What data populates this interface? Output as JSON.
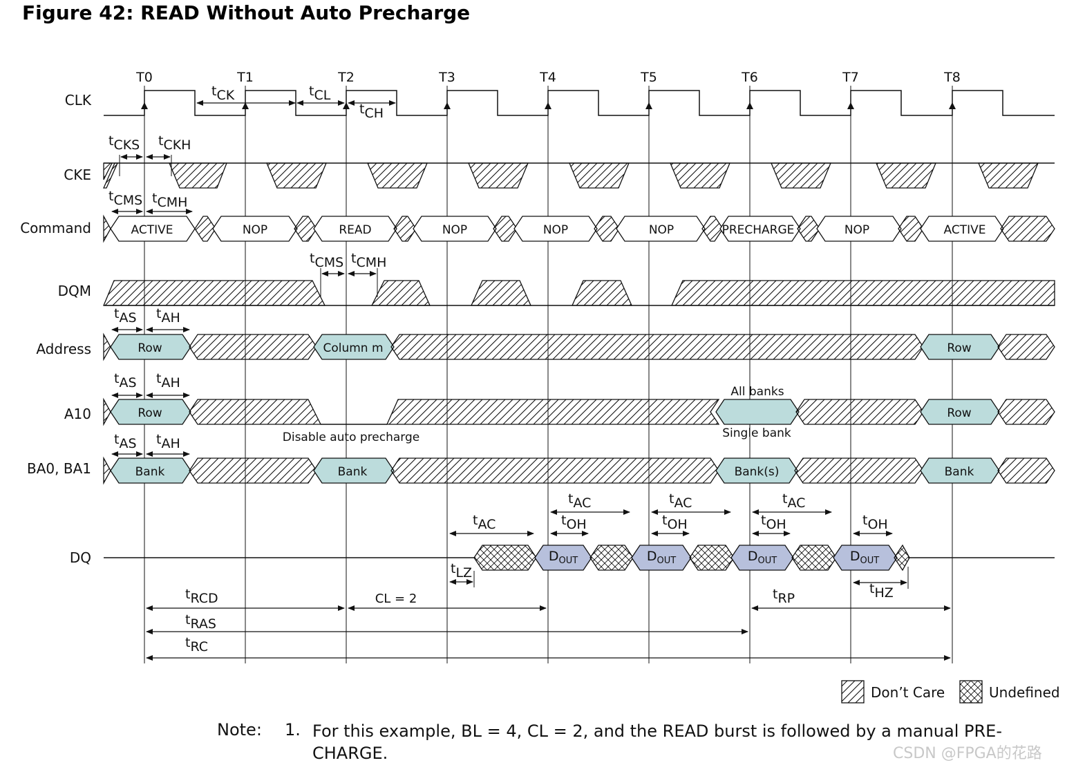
{
  "title": "Figure 42: READ Without Auto Precharge",
  "clock_labels": [
    "T0",
    "T1",
    "T2",
    "T3",
    "T4",
    "T5",
    "T6",
    "T7",
    "T8"
  ],
  "signals": {
    "clk": "CLK",
    "cke": "CKE",
    "command": "Command",
    "dqm": "DQM",
    "address": "Address",
    "a10": "A10",
    "ba": "BA0, BA1",
    "dq": "DQ"
  },
  "command_values": [
    "ACTIVE",
    "NOP",
    "READ",
    "NOP",
    "NOP",
    "NOP",
    "PRECHARGE",
    "NOP",
    "ACTIVE"
  ],
  "address_values": [
    "Row",
    "Column m",
    "Row"
  ],
  "a10_values": [
    "Row",
    "Row"
  ],
  "ba_values": [
    "Bank",
    "Bank",
    "Bank(s)",
    "Bank"
  ],
  "dq_dout": "D",
  "dq_dout_sub": "OUT",
  "annotations": {
    "all_banks": "All banks",
    "single_bank": "Single bank",
    "disable_auto_precharge": "Disable auto precharge",
    "cl": "CL = 2"
  },
  "timing": {
    "ck": [
      "t",
      "CK"
    ],
    "cl": [
      "t",
      "CL"
    ],
    "ch": [
      "t",
      "CH"
    ],
    "cks": [
      "t",
      "CKS"
    ],
    "ckh": [
      "t",
      "CKH"
    ],
    "cms": [
      "t",
      "CMS"
    ],
    "cmh": [
      "t",
      "CMH"
    ],
    "as": [
      "t",
      "AS"
    ],
    "ah": [
      "t",
      "AH"
    ],
    "ac": [
      "t",
      "AC"
    ],
    "oh": [
      "t",
      "OH"
    ],
    "lz": [
      "t",
      "LZ"
    ],
    "hz": [
      "t",
      "HZ"
    ],
    "rcd": [
      "t",
      "RCD"
    ],
    "ras": [
      "t",
      "RAS"
    ],
    "rc": [
      "t",
      "RC"
    ],
    "rp": [
      "t",
      "RP"
    ]
  },
  "legend": {
    "dont_care": "Don’t Care",
    "undefined": "Undefined"
  },
  "note": {
    "label": "Note:",
    "number": "1.",
    "text": "For this example, BL = 4, CL = 2, and the READ burst is followed by a manual PRE-CHARGE."
  },
  "watermark": "CSDN @FPGA的花路",
  "colors": {
    "bus_fill": "#bcdcdc",
    "dout_fill": "#b7c0dc",
    "line": "#111111"
  }
}
